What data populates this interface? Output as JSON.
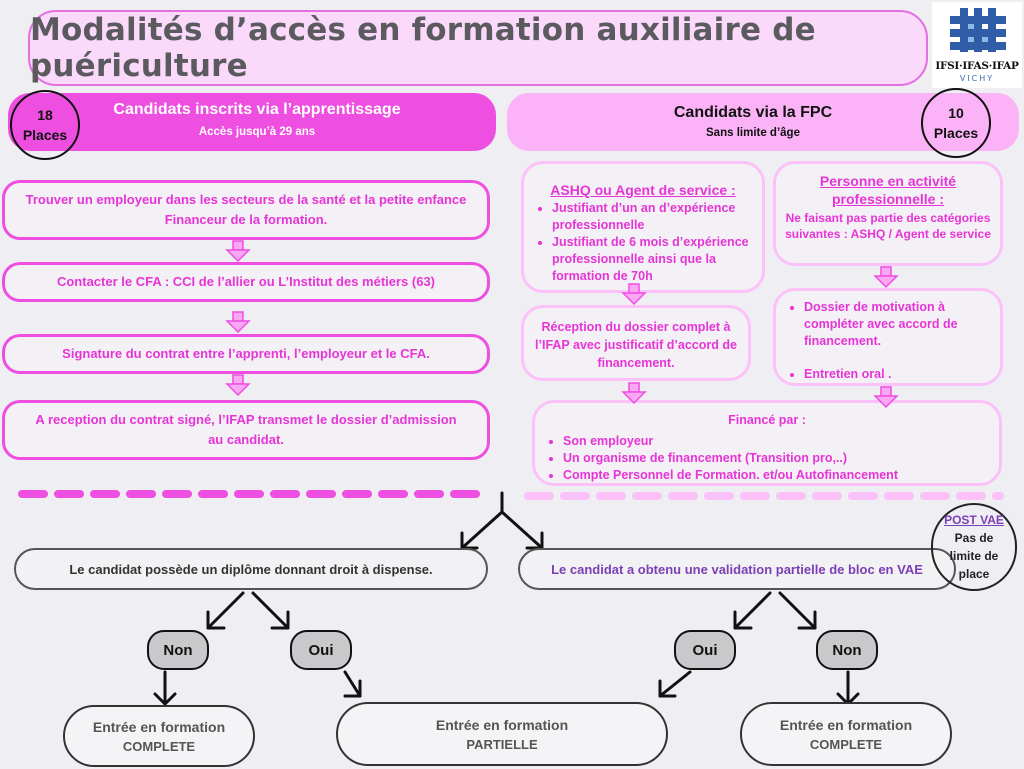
{
  "title": "Modalités d’accès en formation auxiliaire de puériculture",
  "logo": {
    "text": "IFSI·IFAS·IFAP",
    "city": "VICHY"
  },
  "left_header": {
    "title": "Candidats inscrits via l’apprentissage",
    "subtitle": "Accès jusqu’à 29 ans",
    "places_count": "18",
    "places_label": "Places"
  },
  "right_header": {
    "title": "Candidats via la FPC",
    "subtitle": "Sans limite d’âge",
    "places_count": "10",
    "places_label": "Places"
  },
  "left_steps": [
    {
      "line1": "Trouver un employeur dans les secteurs de la santé et la petite enfance",
      "line2": "Financeur de la formation."
    },
    {
      "line1": "Contacter le CFA : CCI de l’allier ou L’Institut des métiers (63)"
    },
    {
      "line1": "Signature du contrat  entre l’apprenti, l’employeur et le CFA."
    },
    {
      "line1": "A reception du contrat signé, l’IFAP transmet le dossier d’admission",
      "line2": "au candidat."
    }
  ],
  "ashq_box": {
    "heading": "ASHQ ou Agent de service :",
    "items": [
      "Justifiant d’un an d’expérience professionnelle",
      "Justifiant de 6 mois d’expérience professionnelle ainsi que la formation de 70h"
    ]
  },
  "activity_box": {
    "heading": "Personne en activité professionnelle :",
    "text": "Ne faisant pas partie des catégories suivantes : ASHQ / Agent de service"
  },
  "reception_box": {
    "text": "Réception du dossier complet à l’IFAP avec justificatif d’accord de financement."
  },
  "motivation_box": {
    "items": [
      "Dossier de motivation à compléter avec accord de financement.",
      "Entretien oral ."
    ]
  },
  "finance_box": {
    "heading": "Financé par :",
    "items": [
      "Son employeur",
      "Un organisme de financement (Transition pro,..)",
      "Compte Personnel de Formation. et/ou Autofinancement"
    ]
  },
  "condition_left": "Le candidat possède un diplôme donnant droit à dispense.",
  "condition_right": "Le candidat a obtenu une validation partielle de bloc en VAE",
  "post_vae": {
    "title": "POST VAE",
    "text": "Pas de limite de place"
  },
  "answers": {
    "no": "Non",
    "yes": "Oui"
  },
  "entries": {
    "prefix": "Entrée en formation",
    "complete": "COMPLETE",
    "partial": "PARTIELLE"
  },
  "colors": {
    "magenta": "#ee4fe1",
    "light_pink": "#fcb2f6",
    "purple_text": "#7b3fb6",
    "background": "#efeef3"
  }
}
